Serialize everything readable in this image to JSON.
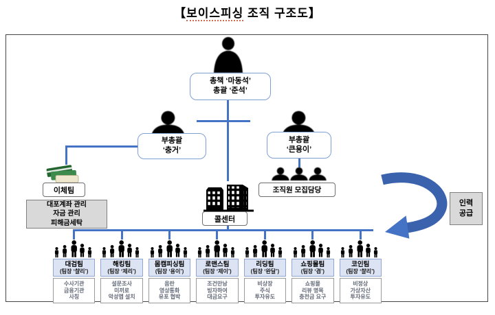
{
  "title": {
    "bracket_open": "【",
    "highlight": "보이스피싱",
    "rest": " 조직 구조도】"
  },
  "colors": {
    "connector_blue": "#4472C4",
    "box_border_blue": "#7F9FD4",
    "team_header_fill": "#DCE3F3",
    "gray_fill": "#D9D9D9",
    "silhouette_black": "#000000",
    "card_green": "#2E7D3E"
  },
  "hierarchy": {
    "boss": {
      "icon": "person-silhouette-icon",
      "line1": "총책 ‘마동석’",
      "line2": "총괄 ‘준석’"
    },
    "deputy_left": {
      "icon": "person-bust-icon",
      "line1": "부총괄",
      "line2": "‘충거’"
    },
    "deputy_right": {
      "icon": "person-bust-icon",
      "line1": "부총괄",
      "line2": "‘큰용이’"
    },
    "transfer_team": {
      "icon": "bank-cards-icon",
      "label": "이체팀",
      "duties": [
        "대포계좌 관리",
        "자금 관리",
        "피해금세탁"
      ]
    },
    "recruiting": {
      "icon": "people-group-icon",
      "label": "조직원 모집담당"
    },
    "call_center": {
      "icon": "office-building-icon",
      "label": "콜센터"
    },
    "manpower": {
      "icon": "curved-arrow-icon",
      "line1": "인력",
      "line2": "공급"
    },
    "teams": [
      {
        "name": "대검팀",
        "leader": "(팀장 ‘챨리’)",
        "tasks": [
          "수사기관",
          "금융기관",
          "사칭"
        ]
      },
      {
        "name": "해킹팀",
        "leader": "(팀장 ‘제리’)",
        "tasks": [
          "설문조사",
          "미끼로",
          "악성앱 설치"
        ]
      },
      {
        "name": "몸캠피싱팀",
        "leader": "(팀장 ‘용이’)",
        "tasks": [
          "음란",
          "영상통화",
          "유포 협박"
        ]
      },
      {
        "name": "로맨스팀",
        "leader": "(팀장 ‘제이’)",
        "tasks": [
          "조건만남",
          "빙자하여",
          "대금요구"
        ]
      },
      {
        "name": "리딩팀",
        "leader": "(팀장 ‘완달’)",
        "tasks": [
          "비상장",
          "주식",
          "투자유도"
        ]
      },
      {
        "name": "쇼핑몰팀",
        "leader": "(팀장 ‘겸’)",
        "tasks": [
          "쇼핑몰",
          "리뷰 명목",
          "충전금 요구"
        ]
      },
      {
        "name": "코인팀",
        "leader": "(팀장 ‘챨리’)",
        "tasks": [
          "비정상",
          "가상자산",
          "투자유도"
        ]
      }
    ]
  }
}
